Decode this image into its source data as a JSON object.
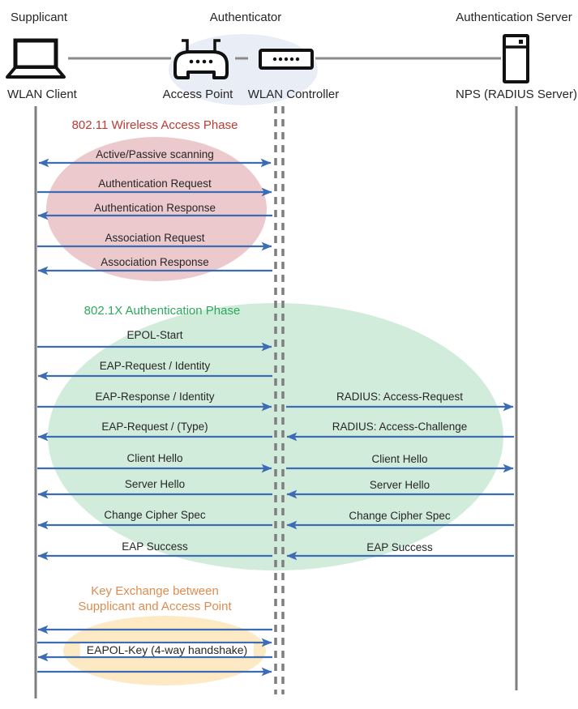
{
  "actors": {
    "supplicant": {
      "role": "Supplicant",
      "device": "WLAN Client"
    },
    "authenticator": {
      "role": "Authenticator",
      "access_point": "Access Point",
      "controller": "WLAN Controller"
    },
    "server": {
      "role": "Authentication Server",
      "device": "NPS (RADIUS Server)"
    }
  },
  "phase1": {
    "title": "802.11 Wireless Access Phase",
    "messages": {
      "scanning": "Active/Passive scanning",
      "auth_request": "Authentication Request",
      "auth_response": "Authentication Response",
      "assoc_request": "Association Request",
      "assoc_response": "Association Response"
    }
  },
  "phase2": {
    "title": "802.1X Authentication Phase",
    "left": {
      "epol_start": "EPOL-Start",
      "eap_request_identity": "EAP-Request / Identity",
      "eap_response_identity": "EAP-Response / Identity",
      "eap_request_type": "EAP-Request / (Type)",
      "client_hello": "Client Hello",
      "server_hello": "Server Hello",
      "change_cipher_spec": "Change Cipher Spec",
      "eap_success": "EAP Success"
    },
    "right": {
      "access_request": "RADIUS: Access-Request",
      "access_challenge": "RADIUS: Access-Challenge",
      "client_hello": "Client Hello",
      "server_hello": "Server Hello",
      "change_cipher_spec": "Change Cipher Spec",
      "eap_success": "EAP Success"
    }
  },
  "phase3": {
    "title_line1": "Key Exchange between",
    "title_line2": "Supplicant and Access Point",
    "eapol_key": "EAPOL-Key (4-way handshake)"
  },
  "colors": {
    "arrow_blue": "#3c6cb4",
    "lifeline_gray": "#7f7f7f",
    "phase1_title": "#be3a34",
    "phase1_fill": "#ecc9cd",
    "phase2_title": "#2ea85c",
    "phase2_fill": "#d2ecdc",
    "phase3_title": "#de8c4e",
    "phase3_fill": "#fdeac5",
    "authenticator_fill": "#e9edf6",
    "icon_stroke": "#111111"
  }
}
